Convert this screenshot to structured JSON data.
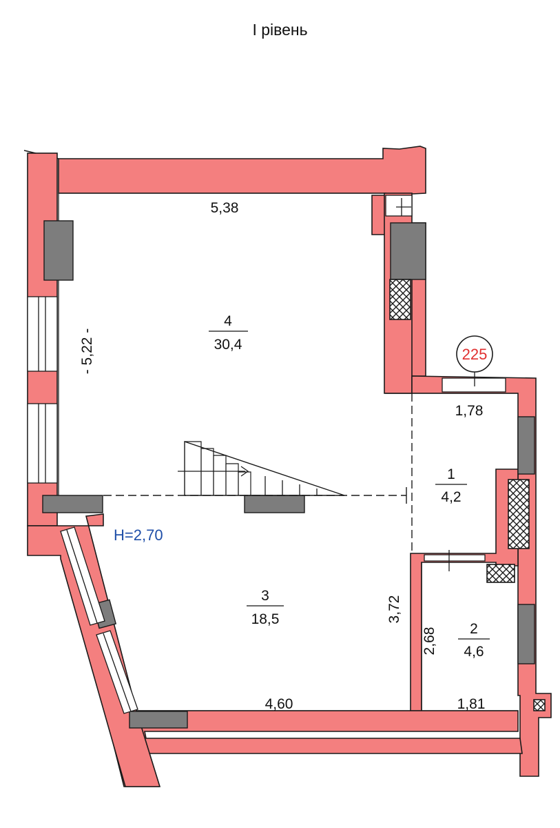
{
  "plan": {
    "title": "I рівень",
    "height_note": "H=2,70",
    "marker": "225",
    "colors": {
      "wall": "#f47f7f",
      "block": "#7d7d7d",
      "height_note": "#1e4ea8",
      "marker": "#e03030"
    },
    "rooms": [
      {
        "number": "1",
        "area": "4,2"
      },
      {
        "number": "2",
        "area": "4,6"
      },
      {
        "number": "3",
        "area": "18,5"
      },
      {
        "number": "4",
        "area": "30,4"
      }
    ],
    "dimensions": {
      "room4_top": "5,38",
      "room4_left": "- 5,22 -",
      "room1_top": "1,78",
      "room3_right": "3,72",
      "room2_left": "2,68",
      "room3_bottom": "4,60",
      "room2_bottom": "1,81"
    }
  }
}
